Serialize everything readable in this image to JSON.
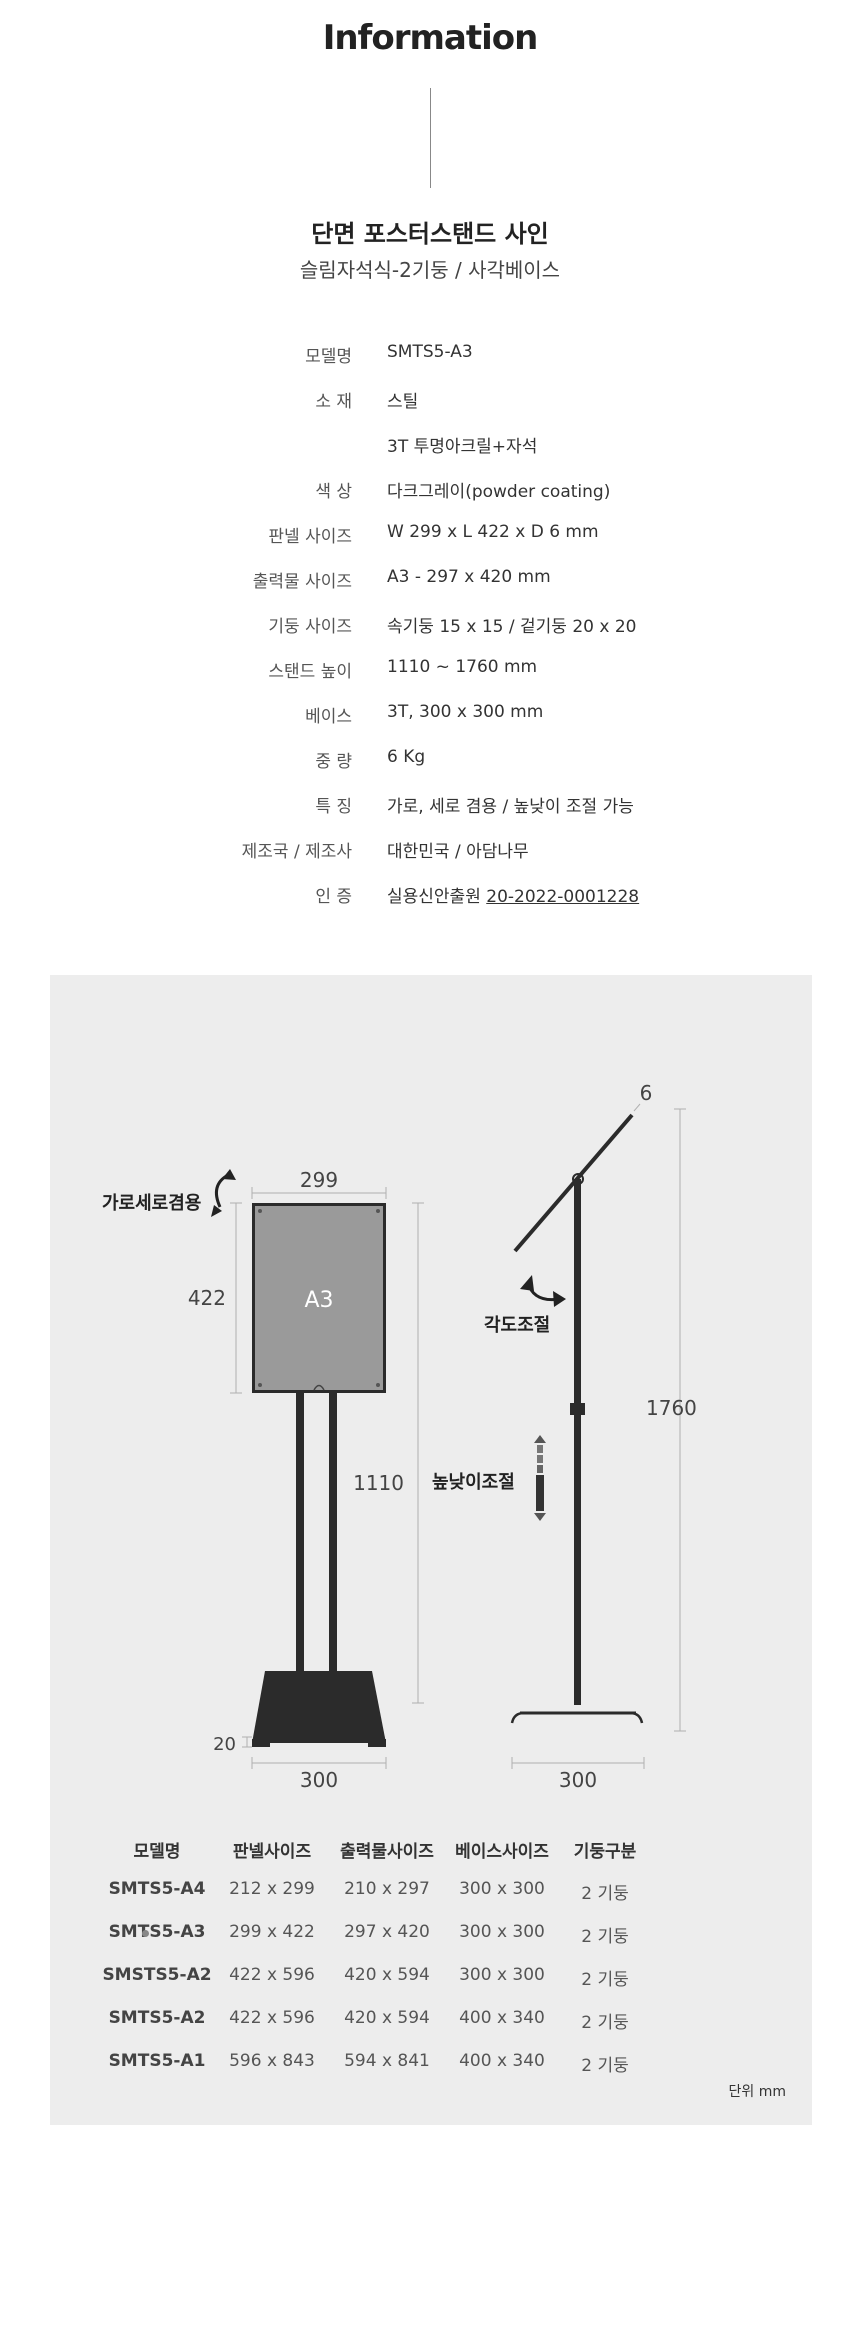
{
  "header": {
    "title": "Information"
  },
  "product": {
    "name": "단면 포스터스탠드 사인",
    "subtitle": "슬림자석식-2기둥 / 사각베이스"
  },
  "specs": [
    {
      "label": "모델명",
      "value": "SMTS5-A3"
    },
    {
      "label": "소 재",
      "value": "스틸"
    },
    {
      "label": "",
      "value": "3T 투명아크릴+자석"
    },
    {
      "label": "색 상",
      "value": "다크그레이(powder coating)"
    },
    {
      "label": "판넬 사이즈",
      "value": "W 299 x L 422 x D 6 mm"
    },
    {
      "label": "출력물 사이즈",
      "value": "A3 - 297 x 420 mm"
    },
    {
      "label": "기둥 사이즈",
      "value": "속기둥 15 x 15 / 겉기둥 20 x 20"
    },
    {
      "label": "스탠드 높이",
      "value": "1110 ~ 1760 mm"
    },
    {
      "label": "베이스",
      "value": "3T, 300 x 300 mm"
    },
    {
      "label": "중 량",
      "value": "6 Kg"
    },
    {
      "label": "특 징",
      "value": "가로, 세로 겸용 / 높낮이 조절 가능"
    },
    {
      "label": "제조국 / 제조사",
      "value": "대한민국 / 아담나무"
    },
    {
      "label": "인 증",
      "value": "실용신안출원 20-2022-0001228"
    }
  ],
  "diagram": {
    "front_width": "299",
    "front_height": "422",
    "paper_label": "A3",
    "orientation_label": "가로세로겸용",
    "pole_height": "1110",
    "base_height": "20",
    "front_base_width": "300",
    "thickness": "6",
    "angle_label": "각도조절",
    "height_adjust_label": "높낮이조절",
    "side_height": "1760",
    "side_base_width": "300"
  },
  "size_table": {
    "headers": [
      "모델명",
      "판넬사이즈",
      "출력물사이즈",
      "베이스사이즈",
      "기둥구분"
    ],
    "rows": [
      [
        "SMTS5-A4",
        "212 x 299",
        "210 x 297",
        "300 x 300",
        "2 기둥"
      ],
      [
        "SMTS5-A3",
        "299 x 422",
        "297 x 420",
        "300 x 300",
        "2 기둥"
      ],
      [
        "SMSTS5-A2",
        "422 x 596",
        "420 x 594",
        "300 x 300",
        "2 기둥"
      ],
      [
        "SMTS5-A2",
        "422 x 596",
        "420 x 594",
        "400 x 340",
        "2 기둥"
      ],
      [
        "SMTS5-A1",
        "596 x 843",
        "594 x 841",
        "400 x 340",
        "2 기둥"
      ]
    ],
    "highlight_row": 1,
    "unit": "단위 mm"
  },
  "colors": {
    "background": "#ffffff",
    "panel": "#ededed",
    "stand": "#2b2b2b",
    "poster": "#9a9a9a",
    "dimension_line": "#b0b0b0"
  }
}
